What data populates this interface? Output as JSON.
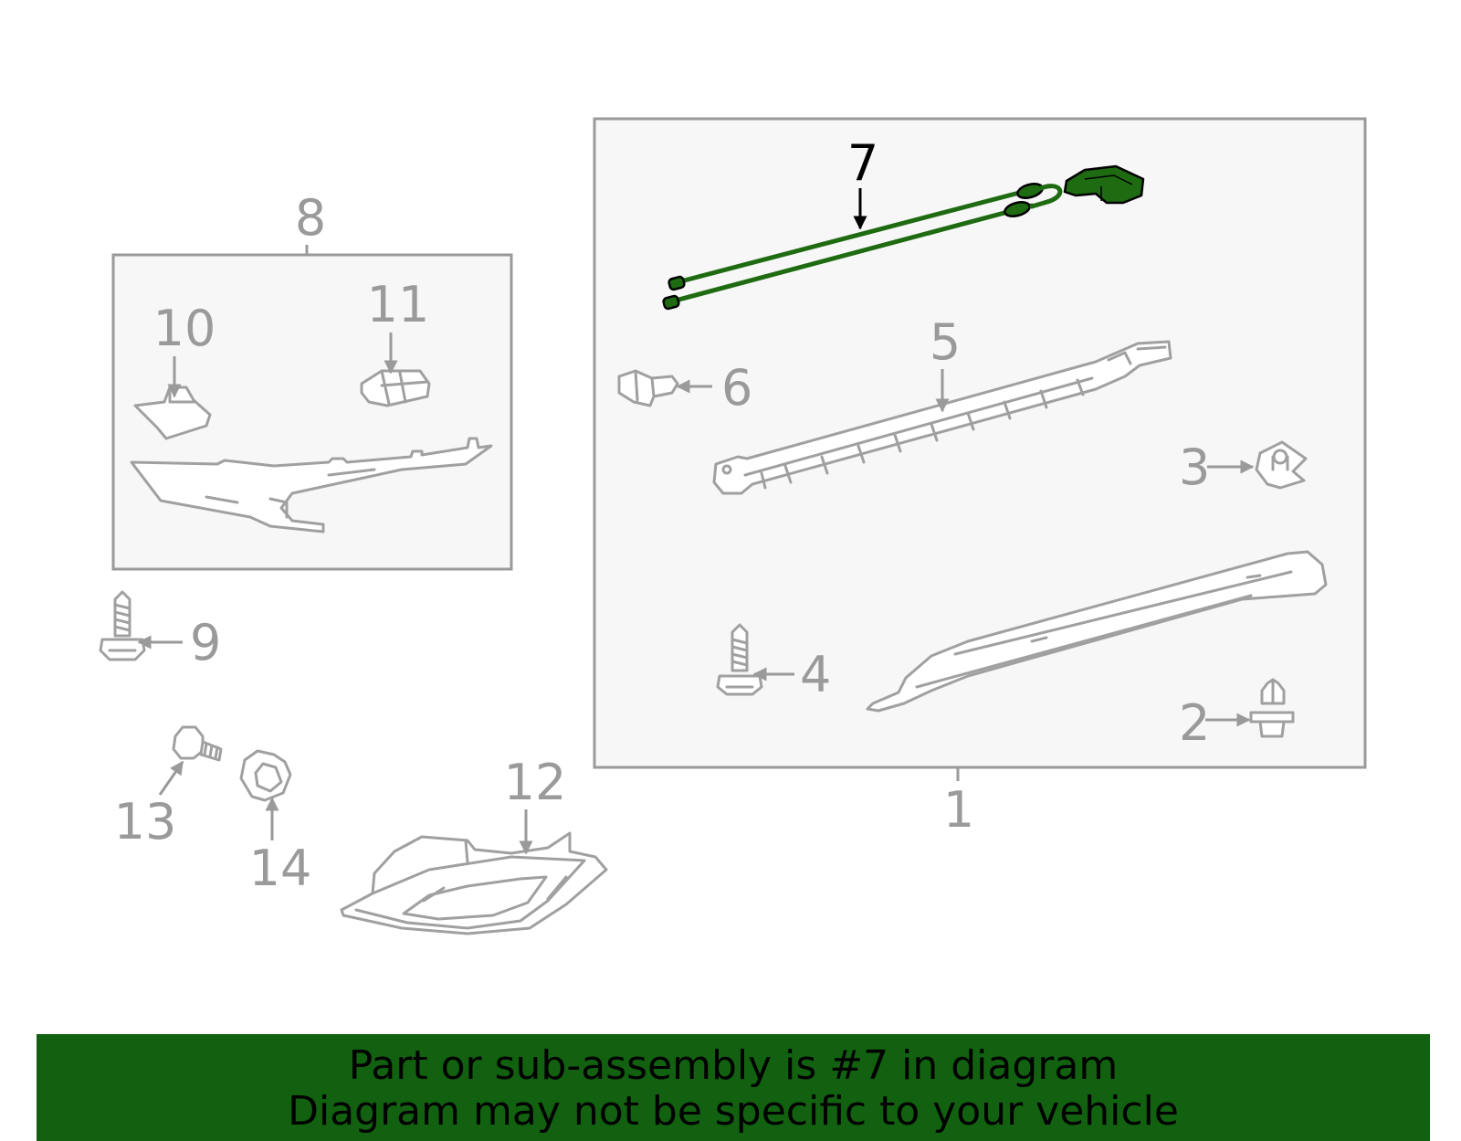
{
  "diagram": {
    "callouts": {
      "c1": "1",
      "c2": "2",
      "c3": "3",
      "c4": "4",
      "c5": "5",
      "c6": "6",
      "c7": "7",
      "c8": "8",
      "c9": "9",
      "c10": "10",
      "c11": "11",
      "c12": "12",
      "c13": "13",
      "c14": "14"
    },
    "highlight_part": "7",
    "colors": {
      "highlight": "#1e6b12",
      "line_art": "#a0a0a0",
      "callout_text": "#9a9a9a",
      "banner_bg": "#126110"
    }
  },
  "banner": {
    "line1": "Part or sub-assembly is #7 in diagram",
    "line2": "Diagram may not be specific to your vehicle"
  }
}
